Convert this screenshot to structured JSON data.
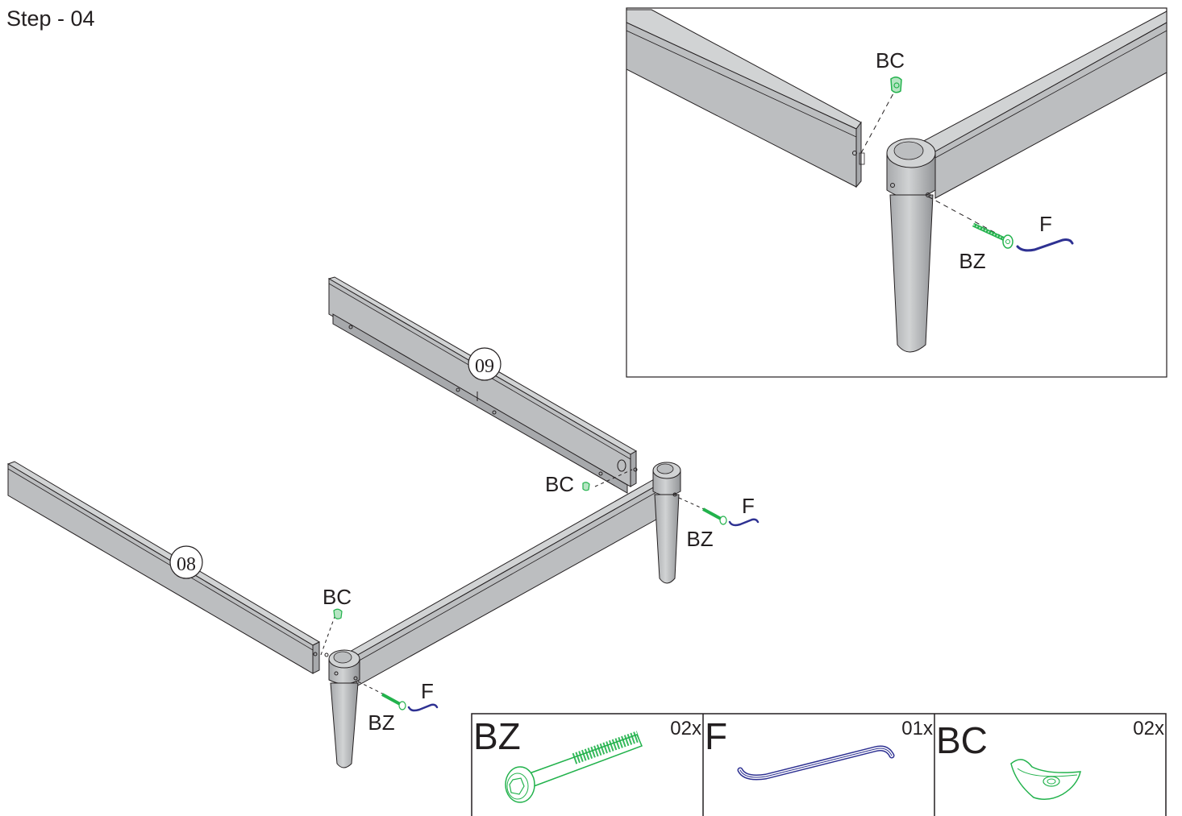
{
  "step_title": "Step - 04",
  "parts": {
    "rail_a": "08",
    "rail_b": "09"
  },
  "callouts": {
    "cam_nut": "BC",
    "bolt": "BZ",
    "key": "F"
  },
  "hardware_table": [
    {
      "code": "BZ",
      "qty": "02x",
      "icon": "hex-socket-bolt-icon"
    },
    {
      "code": "F",
      "qty": "01x",
      "icon": "allen-key-icon"
    },
    {
      "code": "BC",
      "qty": "02x",
      "icon": "cam-nut-icon"
    }
  ],
  "colors": {
    "wood": "#bcbec0",
    "outline": "#231f20",
    "hardware_green": "#22b24c",
    "key_blue": "#2e3192"
  }
}
